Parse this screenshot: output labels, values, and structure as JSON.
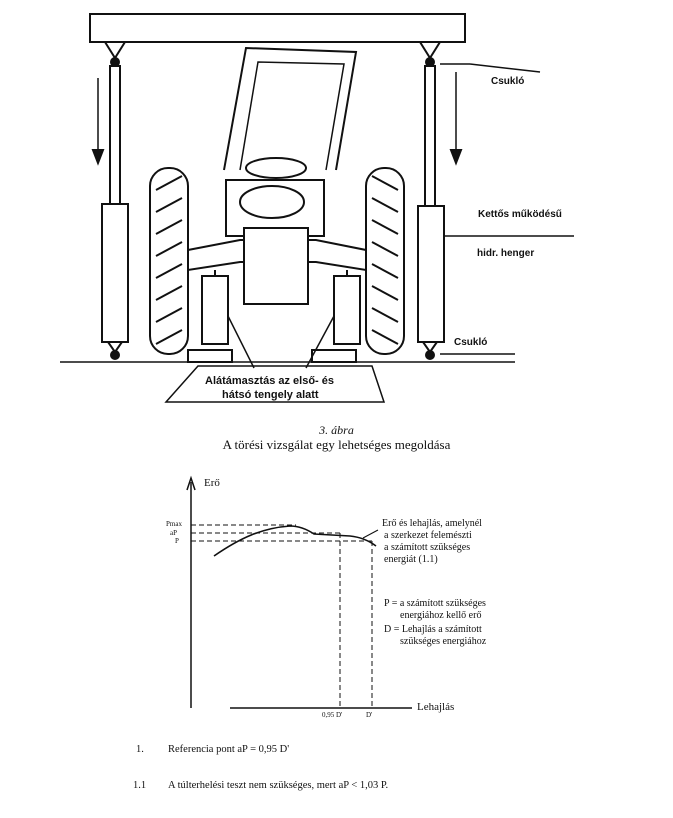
{
  "figure1": {
    "labels": {
      "csuklo_top": "Csukló",
      "kettos_line1": "Kettős működésű",
      "kettos_line2": "hidr. henger",
      "csuklo_bottom": "Csukló",
      "support_line1": "Alátámasztás az első- és",
      "support_line2": "hátsó tengely alatt"
    },
    "caption_number": "3. ábra",
    "caption_title": "A törési vizsgálat egy lehetséges megoldása"
  },
  "figure2": {
    "y_axis_label": "Erő",
    "x_axis_label": "Lehajlás",
    "y_ticks": [
      "Pmax",
      "aP",
      "P"
    ],
    "x_ticks": [
      "0,95 D'",
      "D'"
    ],
    "annotation": [
      "Erő és lehajlás, amelynél",
      "a szerkezet felemészti",
      "a számított szükséges",
      "energiát (1.1)"
    ],
    "legend_p": [
      "P = a számított szükséges",
      "energiához kellő erő"
    ],
    "legend_d": [
      "D = Lehajlás a számított",
      "szükséges energiához"
    ]
  },
  "notes": [
    {
      "number": "1.",
      "text": "Referencia pont aP = 0,95 D'"
    },
    {
      "number": "1.1",
      "text": "A túlterhelési teszt nem szükséges, mert aP < 1,03 P."
    }
  ]
}
